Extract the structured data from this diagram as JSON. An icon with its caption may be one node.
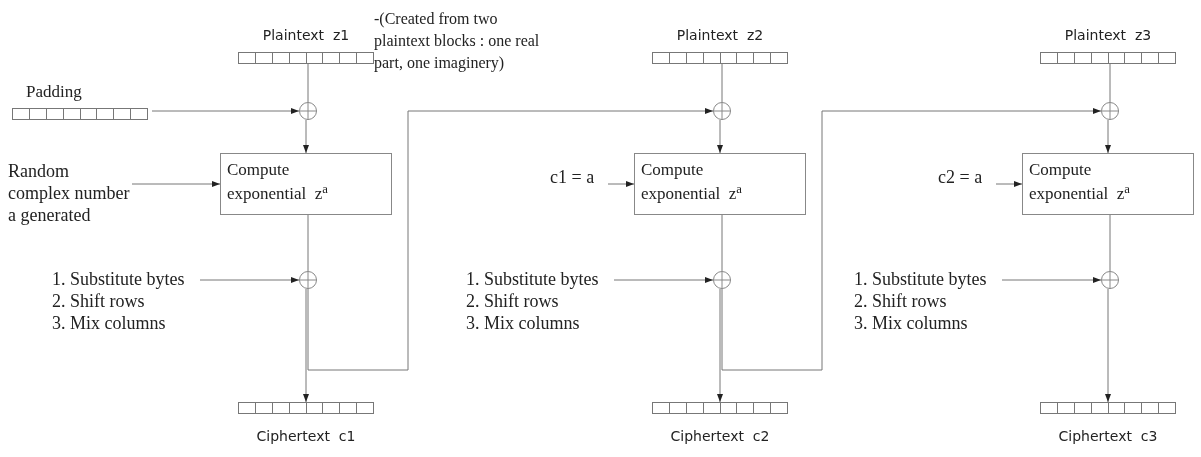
{
  "diagram": {
    "nodes": [
      {
        "text": [
          "Plaintext  z1"
        ],
        "beside": [
          "-(Created from two plaintext blocks : one real part, one imaginery)"
        ]
      },
      {
        "text": [
          "Padding"
        ]
      },
      {
        "text": [],
        "shape": "circle"
      },
      {
        "text": [
          "Random complex number a generated"
        ]
      },
      {
        "text": [
          "Compute exponential  z$^{a}$"
        ]
      },
      {
        "text": [
          "1. Substitute bytes",
          "2. Shift rows",
          "3. Mix columns"
        ]
      },
      {
        "text": [],
        "shape": "circle"
      },
      {
        "text": [
          "Ciphertext  c1"
        ]
      },
      {
        "text": [
          "Plaintext  z2"
        ]
      },
      {
        "text": [],
        "shape": "circle"
      },
      {
        "text": [
          "c1 = a"
        ]
      },
      {
        "text": [
          "Compute exponential  z$^{a}$"
        ]
      },
      {
        "text": [
          "1. Substitute bytes",
          "2. Shift rows",
          "3. Mix columns"
        ]
      },
      {
        "text": [],
        "shape": "circle"
      },
      {
        "text": [
          "Ciphertext  c2"
        ]
      },
      {
        "text": [
          "Plaintext  z3"
        ]
      },
      {
        "text": [],
        "shape": "circle"
      },
      {
        "text": [
          "c2 = a"
        ]
      },
      {
        "text": [
          "Compute exponential  z$^{a}$"
        ]
      },
      {
        "text": [
          "1. Substitute bytes",
          "2. Shift rows",
          "3. Mix columns"
        ]
      },
      {
        "text": [],
        "shape": "circle"
      },
      {
        "text": [
          "Ciphertext  c3"
        ]
      }
    ],
    "edges": [
      {
        "from": 0,
        "to": 2,
        "arrow": "none"
      },
      {
        "from": 1,
        "to": 2,
        "arrow": "to"
      },
      {
        "from": 2,
        "to": 4,
        "arrow": "to"
      },
      {
        "from": 3,
        "to": 4,
        "arrow": "to"
      },
      {
        "from": 4,
        "to": 6,
        "arrow": "none"
      },
      {
        "from": 5,
        "to": 6,
        "arrow": "to"
      },
      {
        "from": 6,
        "to": 7,
        "arrow": "to"
      },
      {
        "from": 6,
        "to": 9,
        "arrow": "to"
      },
      {
        "from": 8,
        "to": 9,
        "arrow": "none"
      },
      {
        "from": 9,
        "to": 11,
        "arrow": "to"
      },
      {
        "from": 10,
        "to": 11,
        "arrow": "to"
      },
      {
        "from": 11,
        "to": 13,
        "arrow": "none"
      },
      {
        "from": 12,
        "to": 13,
        "arrow": "to"
      },
      {
        "from": 13,
        "to": 14,
        "arrow": "to"
      },
      {
        "from": 13,
        "to": 16,
        "arrow": "to"
      },
      {
        "from": 15,
        "to": 16,
        "arrow": "none"
      },
      {
        "from": 16,
        "to": 18,
        "arrow": "to"
      },
      {
        "from": 17,
        "to": 18,
        "arrow": "to"
      },
      {
        "from": 18,
        "to": 20,
        "arrow": "none"
      },
      {
        "from": 19,
        "to": 20,
        "arrow": "to"
      },
      {
        "from": 20,
        "to": 21,
        "arrow": "to"
      }
    ]
  }
}
